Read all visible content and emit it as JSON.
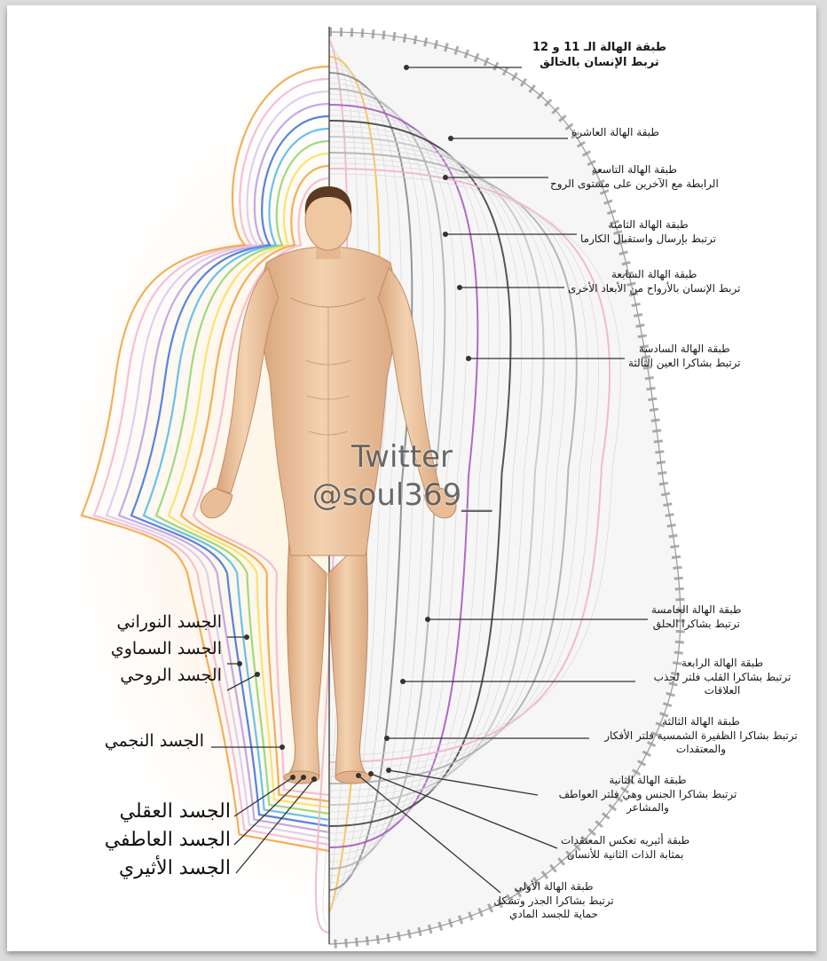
{
  "diagram": {
    "colors": {
      "background": "#ffffff",
      "skin": "#efc9a4",
      "skin_shadow": "#cf9f78",
      "hair": "#5a3a22",
      "divider": "#555555",
      "leader": "#333333",
      "layers": [
        "#f4b4cf",
        "#f2a13c",
        "#f6e05a",
        "#8fd36a",
        "#4fb7e8",
        "#3a6fd8",
        "#b79be0",
        "#d7c9ec"
      ],
      "aura_outer_lines": [
        "#f0b5c8",
        "#f7c14a",
        "#8c8c8c",
        "#b4b4b4",
        "#a95ac4",
        "#444444",
        "#c8c8c8",
        "#b0b0b0"
      ]
    },
    "watermark": {
      "line1": "Twitter",
      "line2": "@soul369__"
    },
    "right_labels": [
      {
        "title": "طبقة الهالة الـ 11 و 12",
        "desc": "تربط الإنسان بالخالق",
        "bold": true
      },
      {
        "title": "طبقة الهالة العاشرة",
        "desc": "",
        "bold": false
      },
      {
        "title": "طبقة الهالة التاسعة",
        "desc": "الرابطة مع الآخرين على مستوى الروح",
        "bold": false
      },
      {
        "title": "طبقة الهالة الثامنة",
        "desc": "ترتبط بإرسال واستقبال الكارما",
        "bold": false
      },
      {
        "title": "طبقة الهالة السابعة",
        "desc": "تربط الإنسان بالأرواح من الأبعاد الأخرى",
        "bold": false
      },
      {
        "title": "طبقة الهالة السادسة",
        "desc": "ترتبط بشاكرا العين الثالثة",
        "bold": false
      },
      {
        "title": "طبقة الهالة الخامسة",
        "desc": "ترتبط بشاكرا الحلق",
        "bold": false
      },
      {
        "title": "طبقة الهالة الرابعة",
        "desc": "ترتبط بشاكرا القلب فلتر لجذب العلاقات",
        "bold": false
      },
      {
        "title": "طبقة الهالة الثالثة",
        "desc": "ترتبط بشاكرا الظفيرة الشمسية فلتر الأفكار والمعتقدات",
        "bold": false
      },
      {
        "title": "طبقة الهالة الثانية",
        "desc": "ترتبط بشاكرا الجنس وهي فلتر العواطف والمشاعر",
        "bold": false
      },
      {
        "title": "طبقة أثيريه تعكس المعتقدات",
        "desc": "بمثابة الذات الثانية للأنسان",
        "bold": false
      },
      {
        "title": "طبقة الهالة الأولى",
        "desc": "ترتبط بشاكرا الجذر وتشكل حماية للجسد المادي",
        "bold": false
      }
    ],
    "left_labels": [
      {
        "text": "الجسد النوراني"
      },
      {
        "text": "الجسد السماوي"
      },
      {
        "text": "الجسد الروحي"
      },
      {
        "text": "الجسد النجمي"
      },
      {
        "text": "الجسد العقلي"
      },
      {
        "text": "الجسد العاطفي"
      },
      {
        "text": "الجسد الأثيري"
      }
    ]
  }
}
